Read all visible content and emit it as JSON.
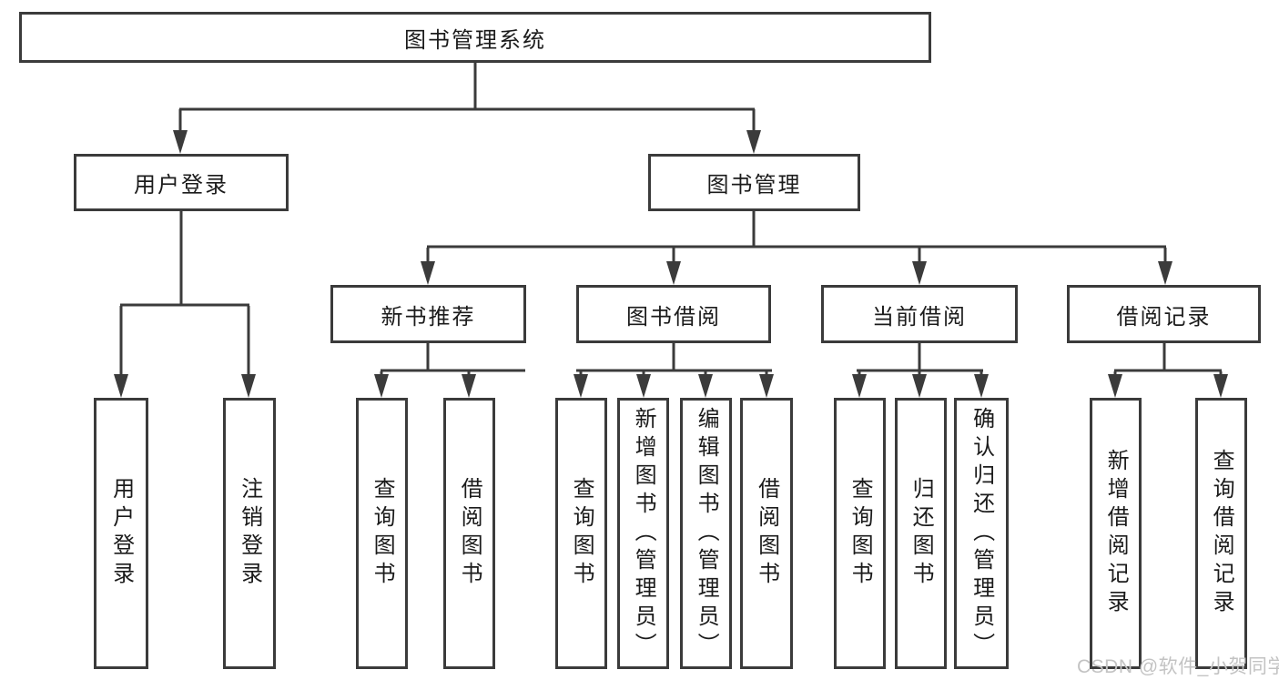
{
  "diagram": {
    "root": {
      "label": "图书管理系统"
    },
    "level2": [
      {
        "label": "用户登录"
      },
      {
        "label": "图书管理"
      }
    ],
    "level3": [
      {
        "label": "新书推荐"
      },
      {
        "label": "图书借阅"
      },
      {
        "label": "当前借阅"
      },
      {
        "label": "借阅记录"
      }
    ],
    "level4_groups": [
      {
        "parent": "用户登录",
        "items": [
          "用户登录",
          "注销登录"
        ]
      },
      {
        "parent": "新书推荐",
        "items": [
          "查询图书",
          "借阅图书"
        ]
      },
      {
        "parent": "图书借阅",
        "items": [
          "查询图书",
          "新增图书（管理员）",
          "编辑图书（管理员）",
          "借阅图书"
        ]
      },
      {
        "parent": "当前借阅",
        "items": [
          "查询图书",
          "归还图书",
          "确认归还（管理员）"
        ]
      },
      {
        "parent": "借阅记录",
        "items": [
          "新增借阅记录",
          "查询借阅记录"
        ]
      }
    ],
    "watermark": "CSDN @软件_小贺同学",
    "colors": {
      "line": "#3b3b3b",
      "text": "#1b1b1b",
      "watermark": "#c3c3c3",
      "background": "#ffffff"
    }
  }
}
